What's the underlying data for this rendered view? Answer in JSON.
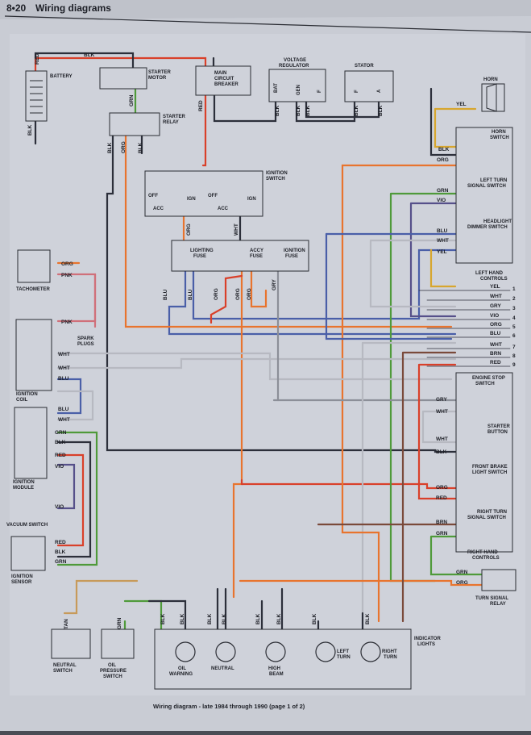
{
  "header": {
    "page_no": "8•20",
    "title": "Wiring diagrams"
  },
  "caption": "Wiring diagram - late 1984 through 1990 (page 1 of 2)",
  "components": {
    "battery": "BATTERY",
    "starter_motor": [
      "STARTER",
      "MOTOR"
    ],
    "main_breaker": [
      "MAIN",
      "CIRCUIT",
      "BREAKER"
    ],
    "voltage_regulator": [
      "VOLTAGE",
      "REGULATOR"
    ],
    "stator": "STATOR",
    "horn": "HORN",
    "starter_relay": [
      "STARTER",
      "RELAY"
    ],
    "ignition_switch": [
      "IGNITION",
      "SWITCH"
    ],
    "horn_switch": [
      "HORN",
      "SWITCH"
    ],
    "left_turn_switch": [
      "LEFT TURN",
      "SIGNAL SWITCH"
    ],
    "headlight_dimmer": [
      "HEADLIGHT",
      "DIMMER SWITCH"
    ],
    "left_hand_controls": [
      "LEFT HAND",
      "CONTROLS"
    ],
    "tachometer": "TACHOMETER",
    "spark_plugs": [
      "SPARK",
      "PLUGS"
    ],
    "ignition_coil": [
      "IGNITION",
      "COIL"
    ],
    "ignition_module": [
      "IGNITION",
      "MODULE"
    ],
    "vacuum_switch": "VACUUM SWITCH",
    "ignition_sensor": [
      "IGNITION",
      "SENSOR"
    ],
    "lighting_fuse": [
      "LIGHTING",
      "FUSE"
    ],
    "accy_fuse": [
      "ACCY",
      "FUSE"
    ],
    "ignition_fuse": [
      "IGNITION",
      "FUSE"
    ],
    "engine_stop_switch": [
      "ENGINE STOP",
      "SWITCH"
    ],
    "starter_button": [
      "STARTER",
      "BUTTON"
    ],
    "front_brake_switch": [
      "FRONT BRAKE",
      "LIGHT SWITCH"
    ],
    "right_turn_switch": [
      "RIGHT TURN",
      "SIGNAL SWITCH"
    ],
    "right_hand_controls": [
      "RIGHT HAND",
      "CONTROLS"
    ],
    "turn_signal_relay": [
      "TURN SIGNAL",
      "RELAY"
    ],
    "neutral_switch": [
      "NEUTRAL",
      "SWITCH"
    ],
    "oil_pressure_switch": [
      "OIL",
      "PRESSURE",
      "SWITCH"
    ],
    "indicator_lights": [
      "INDICATOR",
      "LIGHTS"
    ],
    "lamp_oil": [
      "OIL",
      "WARNING"
    ],
    "lamp_neutral": "NEUTRAL",
    "lamp_high": [
      "HIGH",
      "BEAM"
    ],
    "lamp_left": [
      "LEFT",
      "TURN"
    ],
    "lamp_right": [
      "RIGHT",
      "TURN"
    ]
  },
  "switch_positions": {
    "off": "OFF",
    "acc": "ACC",
    "ign": "IGN"
  },
  "terminals": {
    "bat": "BAT",
    "gen": "GEN",
    "f": "F",
    "a": "A"
  },
  "harness": {
    "names": [
      "YEL",
      "WHT",
      "GRY",
      "VIO",
      "ORG",
      "BLU",
      "WHT",
      "BRN",
      "RED"
    ],
    "numbers": [
      "1",
      "2",
      "3",
      "4",
      "5",
      "6",
      "7",
      "8",
      "9"
    ]
  },
  "wire_colors": {
    "RED": "#d9402a",
    "ORG": "#e8742e",
    "GRN": "#4f9a3a",
    "YEL": "#d7a62e",
    "BLK": "#2c2f3a",
    "WHT": "#b7b9c1",
    "GRY": "#8c8f98",
    "BLU": "#4a5fa8",
    "VIO": "#56508a",
    "PNK": "#d0707a",
    "BRN": "#7a4a3a",
    "TAN": "#c79a5a"
  },
  "wire_codes": {
    "red": "RED",
    "blk": "BLK",
    "grn": "GRN",
    "org": "ORG",
    "yel": "YEL",
    "wht": "WHT",
    "vio": "VIO",
    "blu": "BLU",
    "pnk": "PNK",
    "gry": "GRY",
    "brn": "BRN",
    "tan": "TAN"
  }
}
